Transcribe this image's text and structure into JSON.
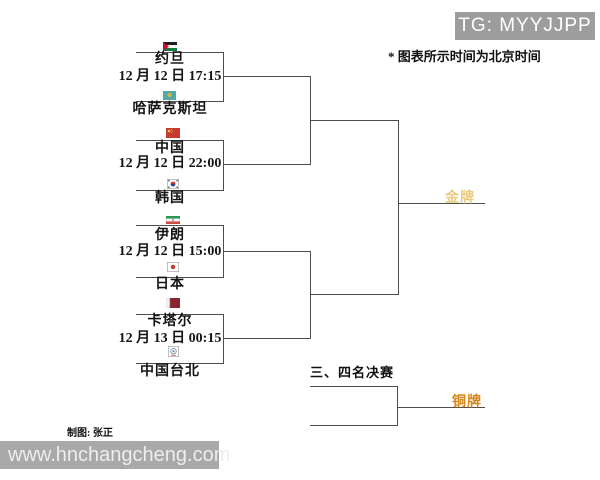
{
  "banner": {
    "tg": "TG: MYYJJPP"
  },
  "note": "* 图表所示时间为北京时间",
  "bracket": {
    "matches": [
      {
        "top_team": "约旦",
        "top_flag": "jordan",
        "time": "12 月 12 日 17:15",
        "bottom_team": "哈萨克斯坦",
        "bottom_flag": "kazakhstan"
      },
      {
        "top_team": "中国",
        "top_flag": "china",
        "time": "12 月 12 日 22:00",
        "bottom_team": "韩国",
        "bottom_flag": "south-korea"
      },
      {
        "top_team": "伊朗",
        "top_flag": "iran",
        "time": "12 月 12 日 15:00",
        "bottom_team": "日本",
        "bottom_flag": "japan"
      },
      {
        "top_team": "卡塔尔",
        "top_flag": "qatar",
        "time": "12 月 13 日 00:15",
        "bottom_team": "中国台北",
        "bottom_flag": "chinese-taipei"
      }
    ],
    "gold_label": "金牌",
    "third_place_title": "三、四名决赛",
    "bronze_label": "铜牌"
  },
  "footer": {
    "credit": "制图: 张正",
    "watermark": "www.hnchangcheng.com"
  },
  "colors": {
    "gold_text": "#e8cb80",
    "bronze_text": "#d8861c",
    "line": "#4d4d4d",
    "banner_bg": "#9d9d9d",
    "watermark_bg": "#a9a9a9"
  }
}
